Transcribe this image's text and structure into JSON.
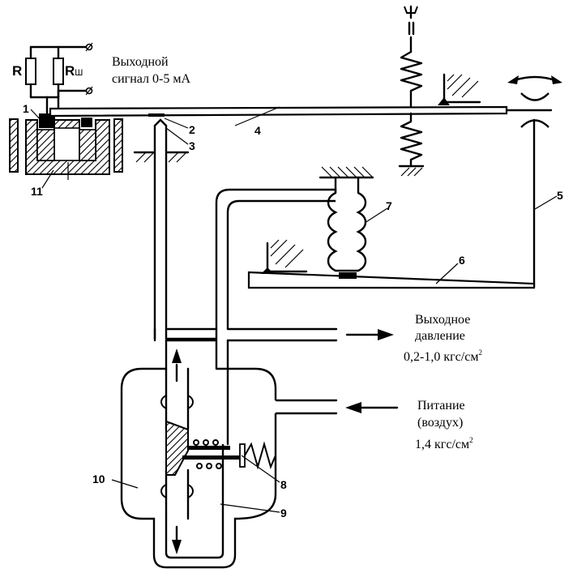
{
  "labels": {
    "r": "R",
    "rsh": "R",
    "rsh_sub": "Ш",
    "output_signal_line1": "Выходной",
    "output_signal_line2": "сигнал 0-5 мА",
    "output_pressure_line1": "Выходное",
    "output_pressure_line2": "давление",
    "output_pressure_line3": "0,2-1,0 кгс/см",
    "output_pressure_sup": "2",
    "supply_line1": "Питание",
    "supply_line2": "(воздух)",
    "supply_line3": "1,4 кгс/см",
    "supply_sup": "2"
  },
  "callouts": {
    "n1": "1",
    "n2": "2",
    "n3": "3",
    "n4": "4",
    "n5": "5",
    "n6": "6",
    "n7": "7",
    "n8": "8",
    "n9": "9",
    "n10": "10",
    "n11": "11"
  }
}
